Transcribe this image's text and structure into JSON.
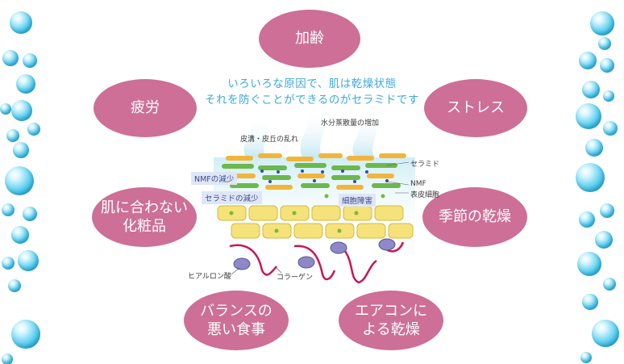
{
  "center_text": {
    "line1": "いろいろな原因で、肌は乾燥状態",
    "line2": "それを防ぐことができるのがセラミドです"
  },
  "causes": {
    "aging": "加齢",
    "fatigue": "疲労",
    "stress": "ストレス",
    "cosmetics": "肌に合わない\n化粧品",
    "season": "季節の乾燥",
    "diet": "バランスの\n悪い食事",
    "aircon": "エアコンに\nよる乾燥"
  },
  "diagram_labels": {
    "water_evaporation": "水分蒸散量の増加",
    "skin_texture": "皮溝・皮丘の乱れ",
    "ceramide": "セラミド",
    "nmf_decrease": "NMFの減少",
    "nmf": "NMF",
    "epidermal_cells": "表皮細胞",
    "ceramide_decrease": "セラミドの減少",
    "cell_damage": "細胞障害",
    "hyaluronic_acid": "ヒアルロン酸",
    "collagen": "コラーゲン"
  },
  "colors": {
    "oval_pink": "#cd6f96",
    "headline_blue": "#3fa9d9",
    "bubble_blue": "#1aa6d6",
    "cell_yellow": "#f5e27a",
    "collagen_red": "#c8165a"
  }
}
